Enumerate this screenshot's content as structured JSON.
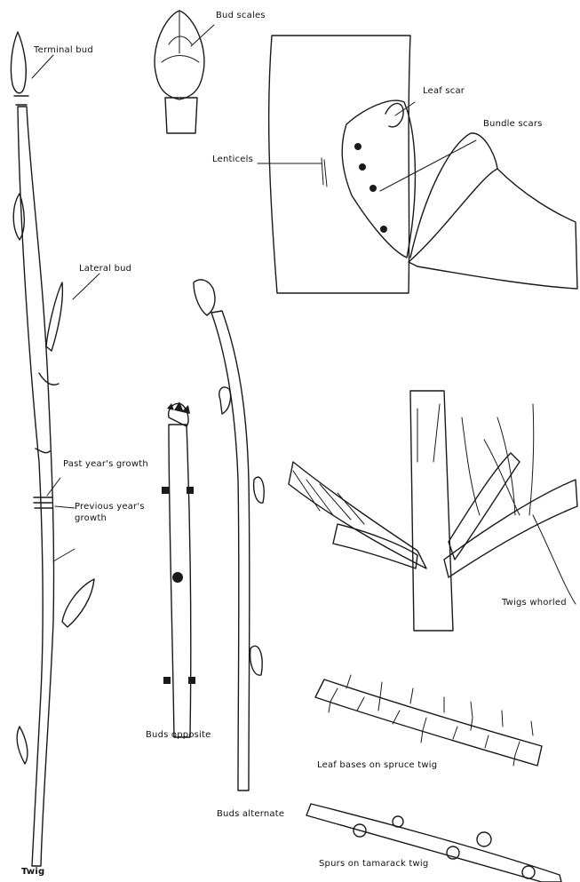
{
  "labels": {
    "terminal_bud": "Terminal bud",
    "bud_scales": "Bud scales",
    "leaf_scar": "Leaf scar",
    "bundle_scars": "Bundle scars",
    "lenticels": "Lenticels",
    "lateral_bud": "Lateral bud",
    "past_year": "Past year's growth",
    "previous_year_1": "Previous year's",
    "previous_year_2": "growth",
    "twig": "Twig",
    "buds_opposite": "Buds opposite",
    "buds_alternate": "Buds alternate",
    "twigs_whorled": "Twigs whorled",
    "leaf_bases_spruce": "Leaf bases on spruce twig",
    "spurs_tamarack": "Spurs on tamarack twig"
  }
}
